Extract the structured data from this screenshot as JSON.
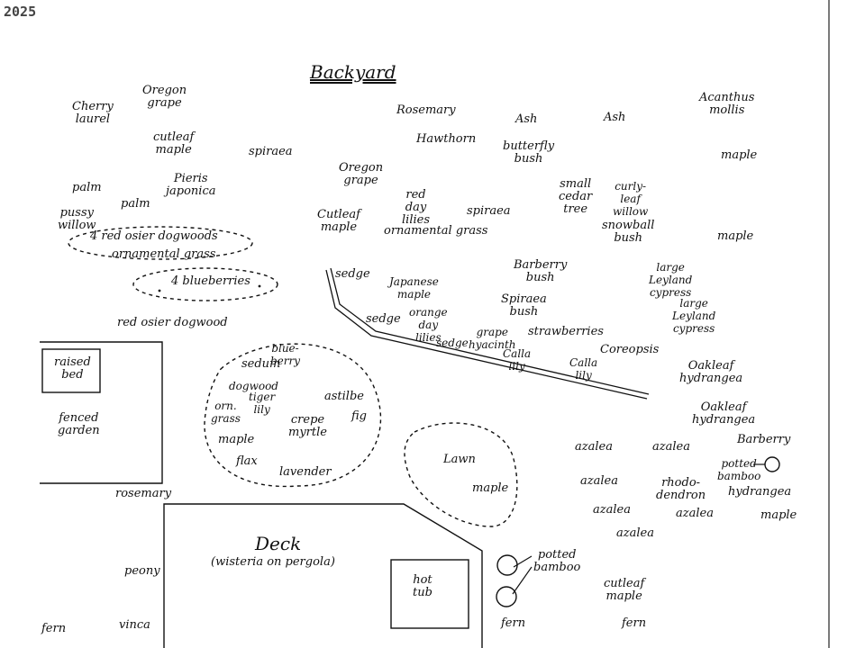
{
  "year": "2025",
  "title": "Backyard",
  "plants_top": {
    "cherry_laurel": [
      "Cherry",
      "laurel"
    ],
    "oregon_grape_1": [
      "Oregon",
      "grape"
    ],
    "cutleaf_maple_1": [
      "cutleaf",
      "maple"
    ],
    "spiraea_1": "spiraea",
    "palm_1": "palm",
    "palm_2": "palm",
    "pieris": [
      "Pieris",
      "japonica"
    ],
    "pussy_willow": [
      "pussy",
      "willow"
    ],
    "rosemary_1": "Rosemary",
    "hawthorn": "Hawthorn",
    "ash_1": "Ash",
    "ash_2": "Ash",
    "butterfly_bush": [
      "butterfly",
      "bush"
    ],
    "acanthus": [
      "Acanthus",
      "mollis"
    ],
    "maple_1": "maple",
    "maple_2": "maple",
    "oregon_grape_2": [
      "Oregon",
      "grape"
    ],
    "red_day_lilies": [
      "red",
      "day",
      "lilies"
    ],
    "spiraea_2": "spiraea",
    "cutleaf_maple_2": [
      "Cutleaf",
      "maple"
    ],
    "ornamental_grass_1": "ornamental grass",
    "small_cedar": [
      "small",
      "cedar",
      "tree"
    ],
    "curly_willow": [
      "curly-",
      "leaf",
      "willow"
    ],
    "snowball_bush": [
      "snowball",
      "bush"
    ]
  },
  "beds": {
    "dogwoods": "4 red osier dogwoods",
    "ornamental_grass_2": "ornamental grass",
    "blueberries": "4 blueberries",
    "red_osier": "red osier dogwood",
    "raised_bed": [
      "raised",
      "bed"
    ],
    "fenced_garden": [
      "fenced",
      "garden"
    ]
  },
  "middle": {
    "sedge_1": "sedge",
    "sedge_2": "sedge",
    "sedge_3": "sedge",
    "japanese_maple": [
      "Japanese",
      "maple"
    ],
    "orange_day_lilies": [
      "orange",
      "day",
      "lilies"
    ],
    "grape_hyacinth": [
      "grape",
      "hyacinth"
    ],
    "barberry_bush": [
      "Barberry",
      "bush"
    ],
    "spiraea_bush": [
      "Spiraea",
      "bush"
    ],
    "strawberries": "strawberries",
    "calla_1": [
      "Calla",
      "lily"
    ],
    "calla_2": [
      "Calla",
      "lily"
    ],
    "coreopsis": "Coreopsis",
    "leyland_1": [
      "large",
      "Leyland",
      "cypress"
    ],
    "leyland_2": [
      "large",
      "Leyland",
      "cypress"
    ]
  },
  "circle_bed": {
    "blueberry": [
      "blue-",
      "berry"
    ],
    "sedum": "sedum",
    "dogwood": "dogwood",
    "tiger_lily": [
      "tiger",
      "lily"
    ],
    "orn_grass": [
      "orn.",
      "grass"
    ],
    "astilbe": "astilbe",
    "crepe_myrtle": [
      "crepe",
      "myrtle"
    ],
    "fig": "fig",
    "maple": "maple",
    "flax": "flax",
    "lavender": "lavender"
  },
  "lawn_area": {
    "lawn": "Lawn",
    "maple": "maple"
  },
  "right_side": {
    "oakleaf_1": [
      "Oakleaf",
      "hydrangea"
    ],
    "oakleaf_2": [
      "Oakleaf",
      "hydrangea"
    ],
    "barberry": "Barberry",
    "potted_bamboo_1": [
      "potted",
      "bamboo"
    ],
    "azalea_1": "azalea",
    "azalea_2": "azalea",
    "azalea_3": "azalea",
    "rhododendron": [
      "rhodo-",
      "dendron"
    ],
    "hydrangea": "hydrangea",
    "azalea_4": "azalea",
    "azalea_5": "azalea",
    "maple": "maple",
    "azalea_6": "azalea"
  },
  "bottom": {
    "rosemary": "rosemary",
    "deck": "Deck",
    "deck_note": "(wisteria on pergola)",
    "hot_tub": [
      "hot",
      "tub"
    ],
    "potted_bamboo_2": [
      "potted",
      "bamboo"
    ],
    "cutleaf_maple": [
      "cutleaf",
      "maple"
    ],
    "peony": "peony",
    "fern_1": "fern",
    "vinca": "vinca",
    "fern_2": "fern",
    "fern_3": "fern"
  }
}
